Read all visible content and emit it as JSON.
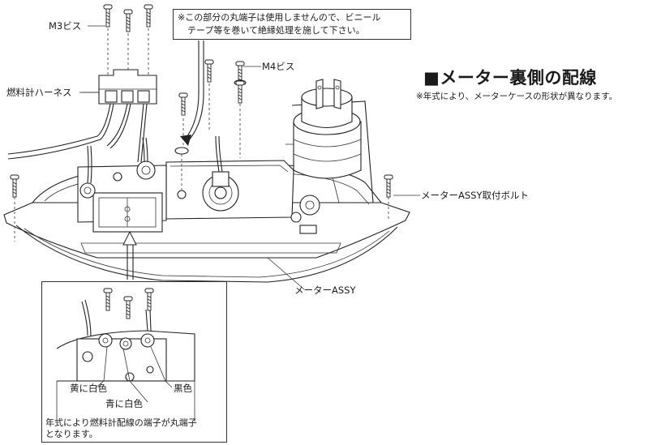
{
  "title": "■メーター裏側の配線",
  "subtitle": "※年式により、メーターケースの形状が異なります。",
  "callouts": {
    "m3_screw": "M3ビス",
    "m4_screw": "M4ビス",
    "fuel_harness": "燃料計ハーネス",
    "mount_bolt": "メーターASSY取付ボルト",
    "meter_assy": "メーターASSY"
  },
  "note": {
    "line1": "※この部分の丸端子は使用しませんので、ビニール",
    "line2": "テープ等を巻いて絶縁処理を施して下さい。"
  },
  "inset": {
    "yellow_white": "黄に白色",
    "black": "黒色",
    "blue_white": "青に白色",
    "note_line1": "年式により燃料計配線の端子が丸端子",
    "note_line2": "となります。"
  }
}
